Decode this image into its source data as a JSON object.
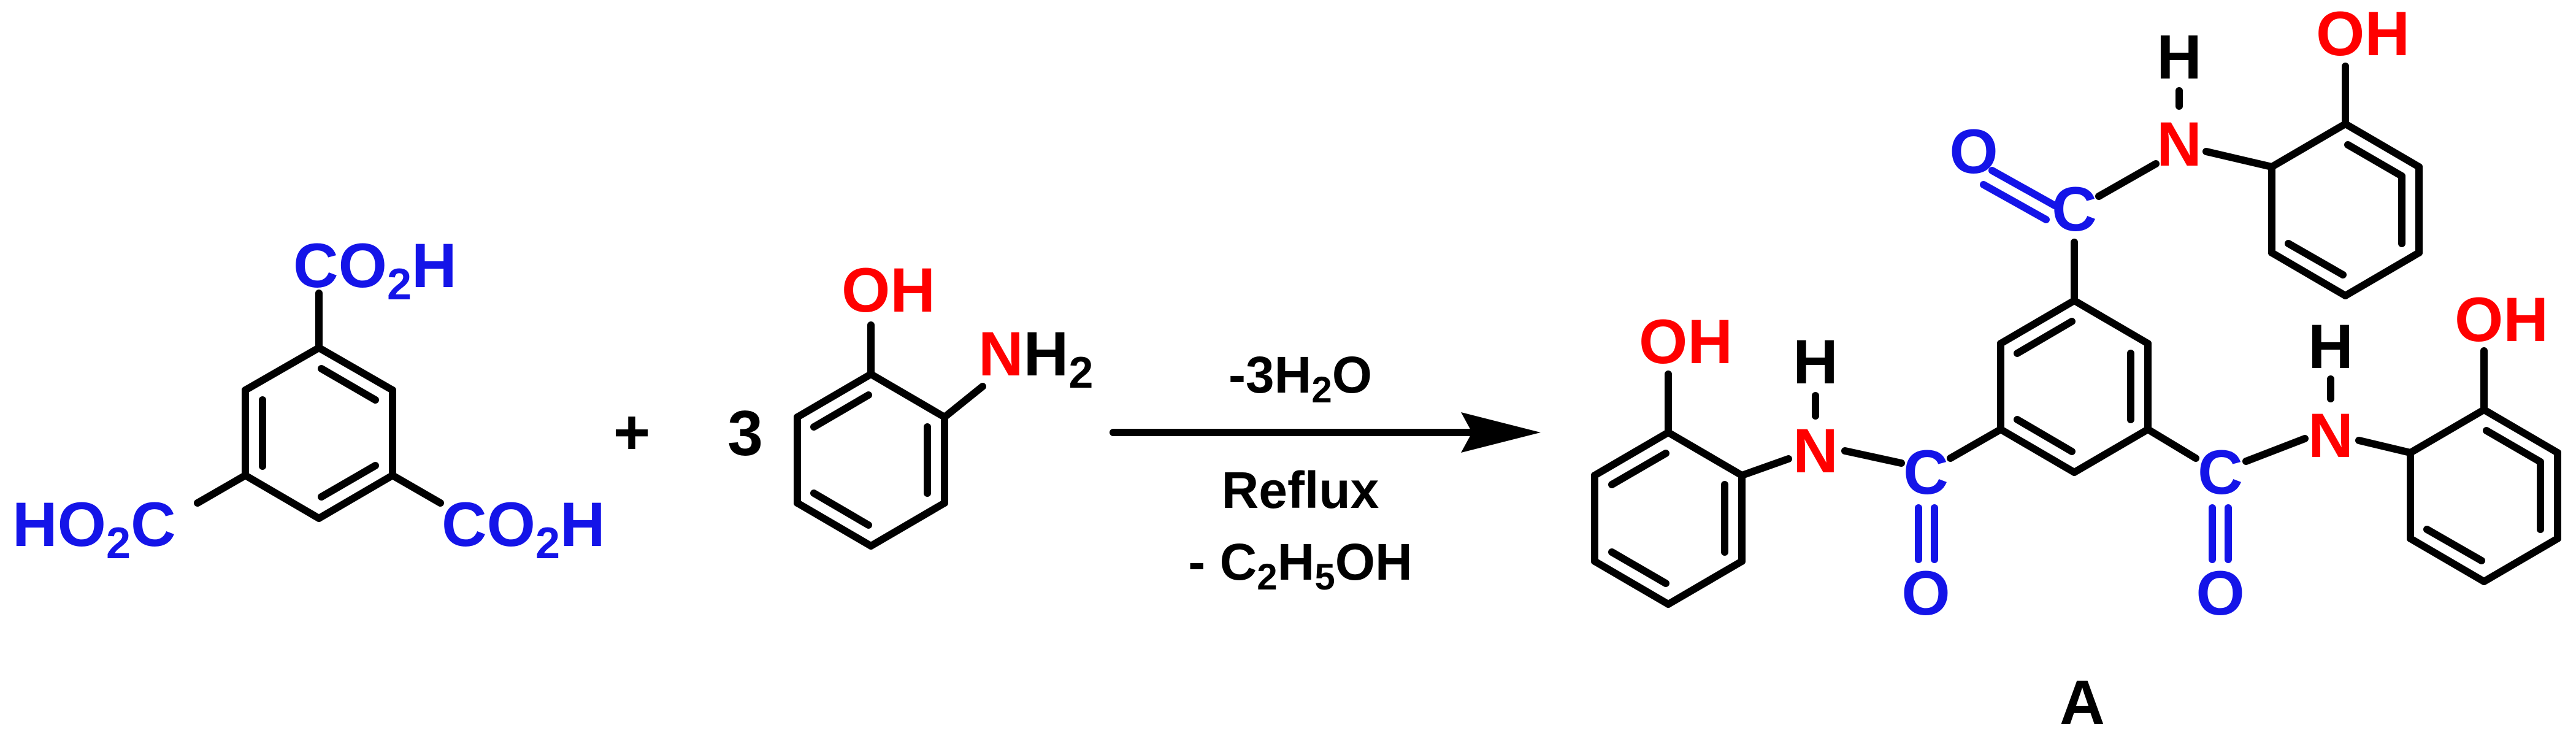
{
  "reactant1": {
    "top_group": [
      "CO",
      "2",
      "H"
    ],
    "left_group": [
      "HO",
      "2",
      "C"
    ],
    "right_group": [
      "CO",
      "2",
      "H"
    ]
  },
  "plus_sign": "+",
  "reactant2": {
    "coefficient": "3",
    "hydroxyl": "OH",
    "amine_n": "N",
    "amine_h": "H",
    "amine_sub": "2"
  },
  "conditions": {
    "above": [
      "-3H",
      "2",
      "O"
    ],
    "middle": "Reflux",
    "below": [
      "- C",
      "2",
      "H",
      "5",
      "OH"
    ]
  },
  "product": {
    "label": "A",
    "hydroxyl": "OH",
    "nitrogen": "N",
    "hydrogen": "H",
    "carbon": "C",
    "oxygen": "O"
  },
  "colors": {
    "carbonyl": "#1414e8",
    "heteroatom": "#ff0000",
    "bond": "#000000"
  }
}
